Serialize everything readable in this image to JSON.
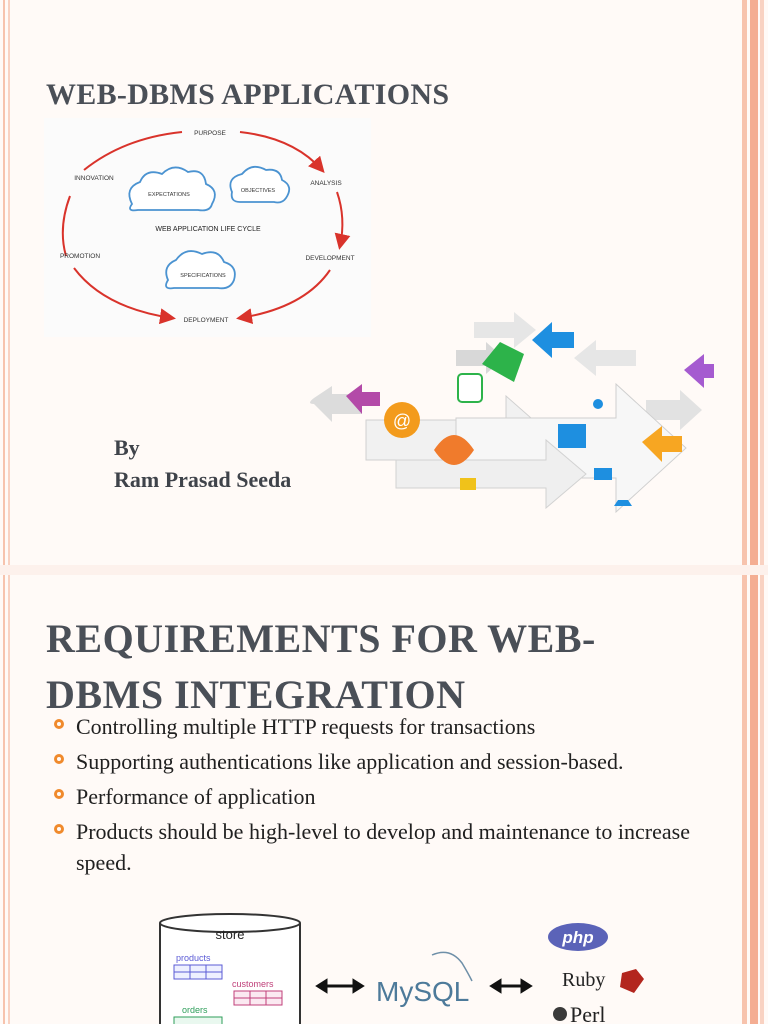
{
  "slide1": {
    "title": "WEB-DBMS APPLICATIONS",
    "by_label": "By",
    "author": "Ram Prasad Seeda",
    "cycle": {
      "center_label": "WEB APPLICATION LIFE CYCLE",
      "stages": [
        "PURPOSE",
        "ANALYSIS",
        "DEVELOPMENT",
        "DEPLOYMENT",
        "PROMOTION",
        "INNOVATION"
      ],
      "clouds": [
        "EXPECTATIONS",
        "OBJECTIVES",
        "SPECIFICATIONS"
      ]
    }
  },
  "slide2": {
    "title": "REQUIREMENTS FOR WEB-DBMS INTEGRATION",
    "bullets": [
      "Controlling multiple HTTP requests for transactions",
      "Supporting authentications like application and session-based.",
      "Performance of application",
      "Products should be high-level to develop and maintenance to increase speed."
    ],
    "diagram": {
      "store_label": "store",
      "tables": [
        "products",
        "customers",
        "orders"
      ],
      "database": "MySQL",
      "languages": [
        "php",
        "Ruby",
        "Perl"
      ]
    }
  },
  "colors": {
    "title": "#4a4f57",
    "bullet": "#f08a2c",
    "cycle_arrow": "#d9332b",
    "accent_edge": "#f4ad92"
  }
}
